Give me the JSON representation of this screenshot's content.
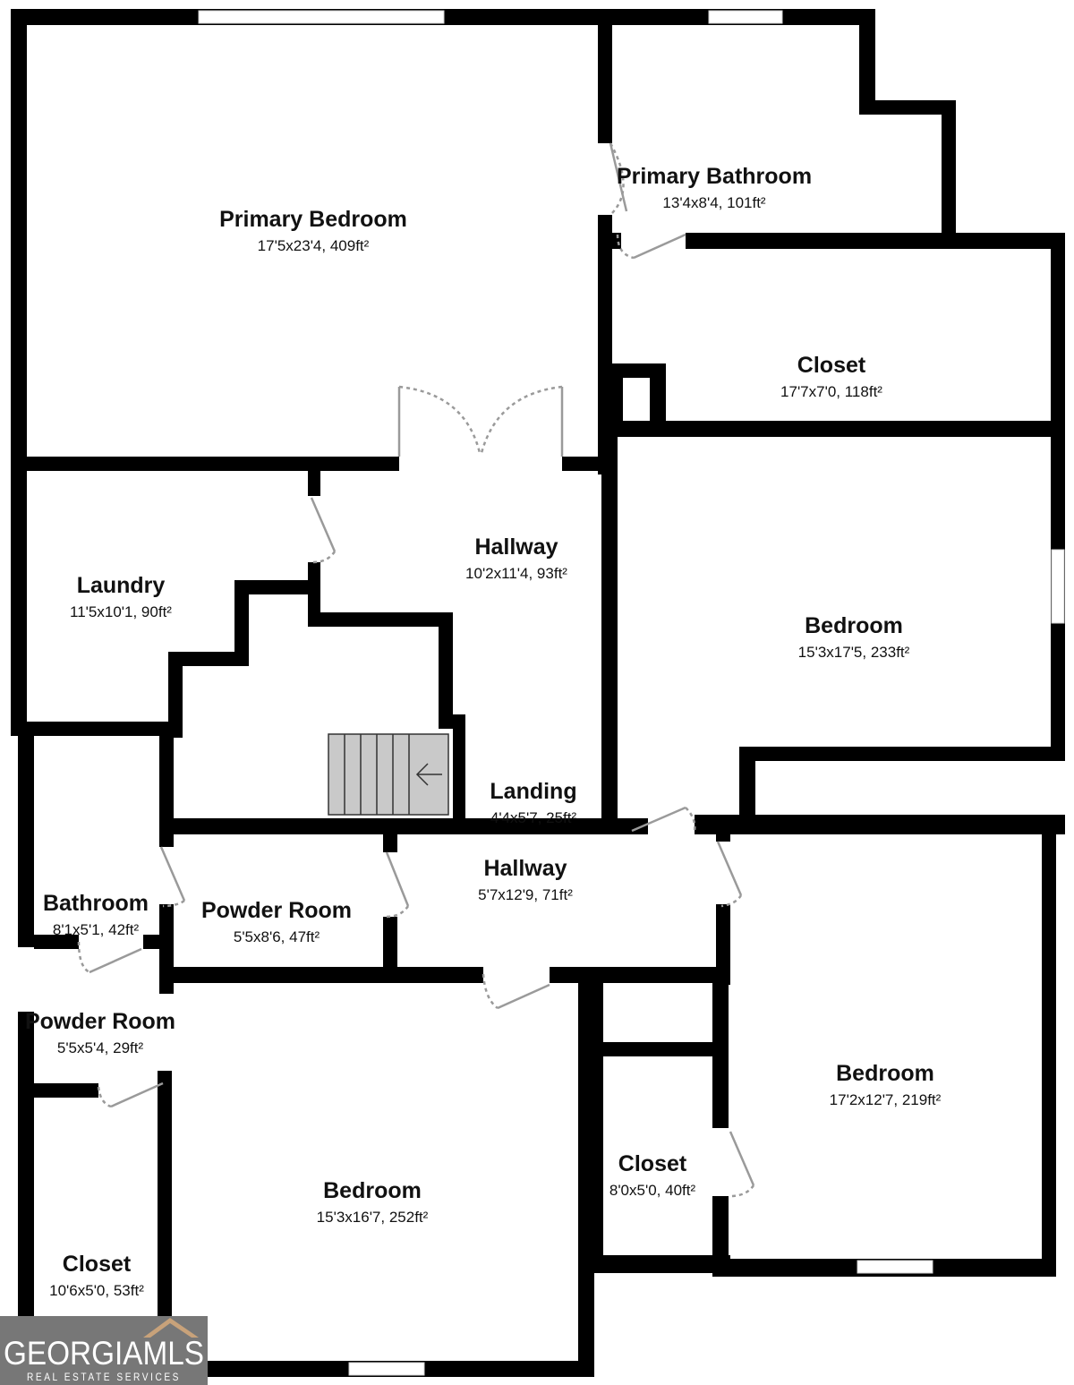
{
  "rooms": [
    {
      "id": "primary-bedroom",
      "name": "Primary Bedroom",
      "dims": "17'5x23'4, 409ft²"
    },
    {
      "id": "primary-bathroom",
      "name": "Primary Bathroom",
      "dims": "13'4x8'4, 101ft²"
    },
    {
      "id": "closet-primary",
      "name": "Closet",
      "dims": "17'7x7'0, 118ft²"
    },
    {
      "id": "laundry",
      "name": "Laundry",
      "dims": "11'5x10'1, 90ft²"
    },
    {
      "id": "hallway-upper",
      "name": "Hallway",
      "dims": "10'2x11'4, 93ft²"
    },
    {
      "id": "bedroom-east",
      "name": "Bedroom",
      "dims": "15'3x17'5, 233ft²"
    },
    {
      "id": "landing",
      "name": "Landing",
      "dims": "4'4x5'7, 25ft²"
    },
    {
      "id": "hallway-lower",
      "name": "Hallway",
      "dims": "5'7x12'9, 71ft²"
    },
    {
      "id": "bathroom",
      "name": "Bathroom",
      "dims": "8'1x5'1, 42ft²"
    },
    {
      "id": "powder-room-center",
      "name": "Powder Room",
      "dims": "5'5x8'6, 47ft²"
    },
    {
      "id": "powder-room-west",
      "name": "Powder Room",
      "dims": "5'5x5'4, 29ft²"
    },
    {
      "id": "bedroom-southeast",
      "name": "Bedroom",
      "dims": "17'2x12'7, 219ft²"
    },
    {
      "id": "closet-center",
      "name": "Closet",
      "dims": "8'0x5'0, 40ft²"
    },
    {
      "id": "bedroom-south",
      "name": "Bedroom",
      "dims": "15'3x16'7, 252ft²"
    },
    {
      "id": "closet-west",
      "name": "Closet",
      "dims": "10'6x5'0, 53ft²"
    }
  ],
  "logo": {
    "main": "GEORGIAMLS",
    "sub": "REAL ESTATE SERVICES"
  }
}
